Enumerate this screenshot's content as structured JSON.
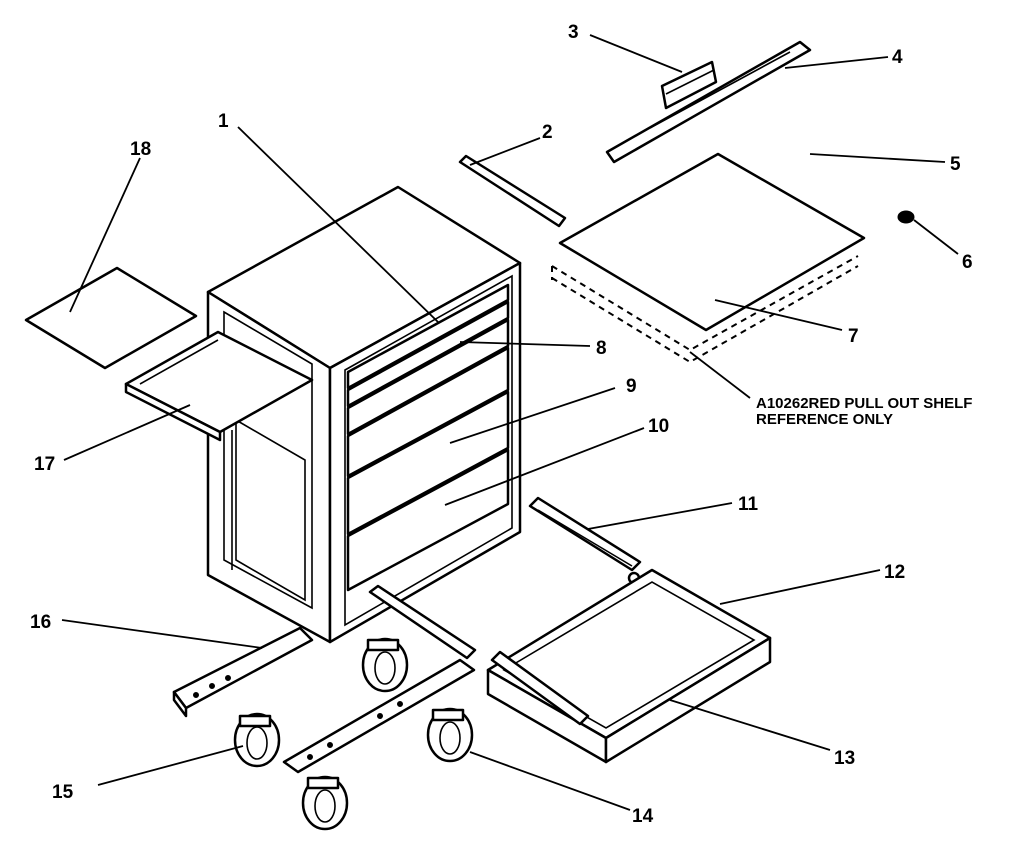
{
  "callouts": {
    "c1": "1",
    "c2": "2",
    "c3": "3",
    "c4": "4",
    "c5": "5",
    "c6": "6",
    "c7": "7",
    "c8": "8",
    "c9": "9",
    "c10": "10",
    "c11": "11",
    "c12": "12",
    "c13": "13",
    "c14": "14",
    "c15": "15",
    "c16": "16",
    "c17": "17",
    "c18": "18"
  },
  "note": {
    "line1": "A10262RED PULL OUT SHELF",
    "line2": "REFERENCE ONLY"
  }
}
